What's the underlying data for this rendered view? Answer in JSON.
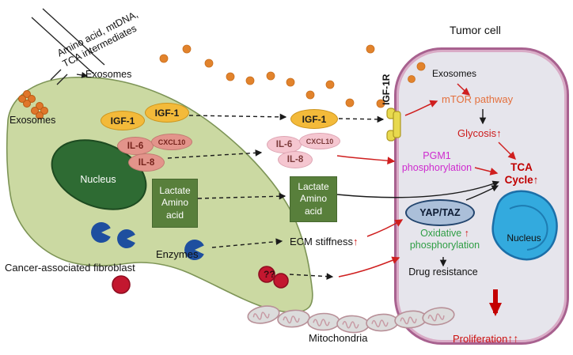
{
  "palette": {
    "fibroblast_fill": "#cbd9a2",
    "nucleus_green": "#2e6b33",
    "exosome_orange": "#e2832c",
    "igf_yellow": "#f3ba3a",
    "interleukin_pink": "#e3948b",
    "metabolite_green": "#587f3b",
    "enzyme_blue": "#1e4f9f",
    "alert_red": "#c3172f",
    "tumor_membrane": "#a8618f",
    "tumor_fill": "#e6e5ec",
    "mtor_orange": "#e4703d",
    "pgm1_magenta": "#ce2ace",
    "oxphos_green": "#2f9e45",
    "tumor_nucleus_blue": "#33aade"
  },
  "glyphs": {
    "up": "↑",
    "up2": "↑↑",
    "question": "??"
  },
  "fibroblast": {
    "label": "Cancer-associated fibroblast",
    "nucleus_label": "Nucleus",
    "secreted_note_line1": "Amino acid, mtDNA,",
    "secreted_note_line2": "TCA intermediates",
    "exosomes_top_label": "Exosomes",
    "exosomes_left_label": "Exosomes",
    "igf1_label": "IGF-1",
    "il6_label": "IL-6",
    "cxcl10_label": "CXCL10",
    "il8_label": "IL-8",
    "lactate_label": "Lactate",
    "amino_label": "Amino\nacid",
    "enzymes_label": "Enzymes",
    "mitochondria_label": "Mitochondria"
  },
  "signals": {
    "igf1": "IGF-1",
    "il6": "IL-6",
    "cxcl10": "CXCL10",
    "il8": "IL-8",
    "lactate": "Lactate",
    "amino": "Amino\nacid",
    "ecm": "ECM stiffness"
  },
  "tumor": {
    "title": "Tumor cell",
    "receptor": "IGF-1R",
    "exosomes": "Exosomes",
    "mtor": "mTOR pathway",
    "glycosis": "Glycosis",
    "pgm1_line1": "PGM1",
    "pgm1_line2": "phosphorylation",
    "tca_line1": "TCA",
    "tca_line2": "Cycle",
    "yaptaz": "YAP/TAZ",
    "oxphos_line1": "Oxidative",
    "oxphos_line2": "phosphorylation",
    "drug": "Drug resistance",
    "nucleus_label": "Nucleus",
    "proliferation": "Proliferation"
  }
}
